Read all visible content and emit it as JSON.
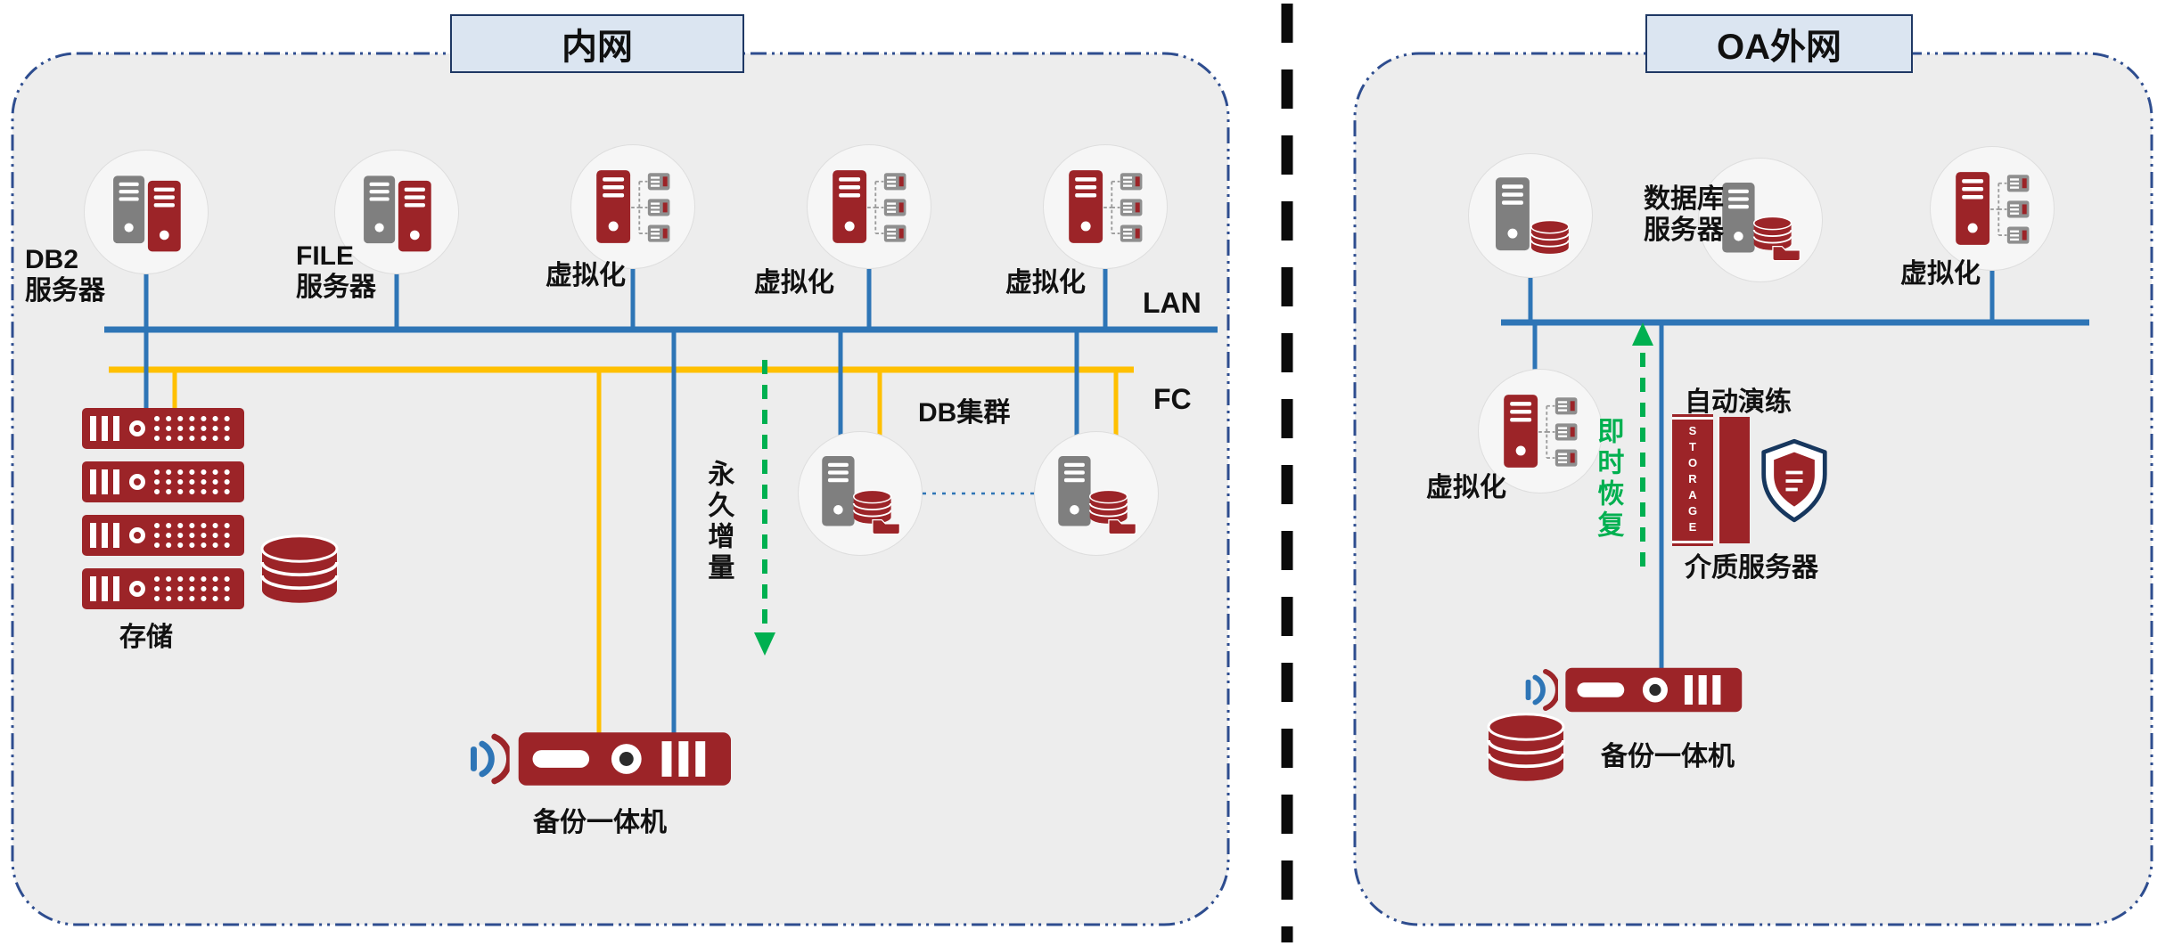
{
  "colors": {
    "maroon": "#9c2428",
    "gray": "#7f7f7f",
    "blue": "#2e75b6",
    "yellow": "#ffc000",
    "green": "#00b050",
    "navy": "#1f3864",
    "zone-border": "#2e4d8f",
    "zone-fill": "#ededed",
    "title-fill": "#dbe5f1",
    "divider": "#0a0a0a",
    "text": "#111111"
  },
  "intranet": {
    "title": "内网",
    "labels": {
      "db2_server": "DB2\n服务器",
      "file_server": "FILE\n服务器",
      "virtualization_1": "虚拟化",
      "virtualization_2": "虚拟化",
      "virtualization_3": "虚拟化",
      "lan": "LAN",
      "fc": "FC",
      "storage": "存储",
      "db_cluster": "DB集群",
      "forever_incremental": "永久增量",
      "backup_appliance": "备份一体机"
    }
  },
  "oa": {
    "title": "OA外网",
    "labels": {
      "database_server": "数据库\n服务器",
      "virtualization_top": "虚拟化",
      "virtualization_side": "虚拟化",
      "auto_drill": "自动演练",
      "instant_recovery": "即时恢复",
      "media_server": "介质服务器",
      "backup_appliance": "备份一体机",
      "storage_tower": "STORAGE"
    }
  }
}
